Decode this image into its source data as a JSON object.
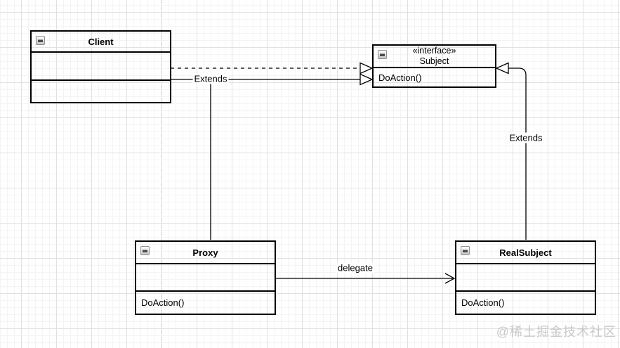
{
  "canvas": {
    "background": "#ffffff",
    "grid_major_color": "#e1e1e1",
    "grid_minor_color": "#f4f4f4",
    "page_boundary_color": "#c9c9c9",
    "stroke_color": "#000000"
  },
  "classes": [
    {
      "name": "Client",
      "stereotype": "",
      "attributes": [],
      "methods": []
    },
    {
      "name": "Subject",
      "stereotype": "«interface»",
      "attributes": [],
      "methods": [
        "DoAction()"
      ]
    },
    {
      "name": "Proxy",
      "stereotype": "",
      "attributes": [],
      "methods": [
        "DoAction()"
      ]
    },
    {
      "name": "RealSubject",
      "stereotype": "",
      "attributes": [],
      "methods": [
        "DoAction()"
      ]
    }
  ],
  "edges": [
    {
      "from": "Client",
      "to": "Subject",
      "style": "dashed",
      "arrow": "hollow-triangle",
      "label": ""
    },
    {
      "from": "Proxy",
      "to": "Subject",
      "style": "solid",
      "arrow": "hollow-triangle",
      "label": "Extends"
    },
    {
      "from": "RealSubject",
      "to": "Subject",
      "style": "solid",
      "arrow": "hollow-triangle",
      "label": "Extends"
    },
    {
      "from": "Proxy",
      "to": "RealSubject",
      "style": "solid",
      "arrow": "open",
      "label": "delegate"
    }
  ],
  "icons": {
    "collapse": "collapse-minus-icon"
  },
  "watermark": {
    "text": "@稀土掘金技术社区",
    "color": "#c9c9c9"
  }
}
